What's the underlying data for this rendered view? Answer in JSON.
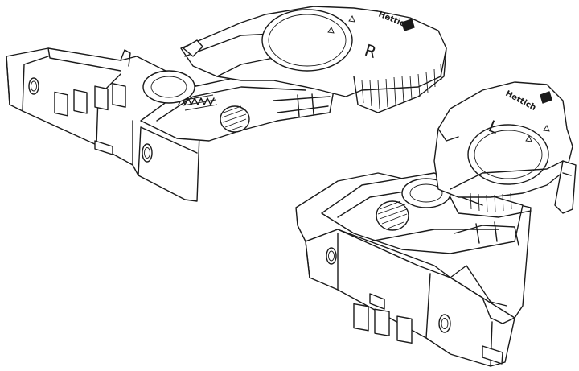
{
  "right_part": {
    "brand": "Hettich",
    "side_letter": "R"
  },
  "left_part": {
    "brand": "Hettich",
    "side_letter": "L"
  },
  "colors": {
    "line": "#1a1a1a",
    "background": "#ffffff"
  }
}
